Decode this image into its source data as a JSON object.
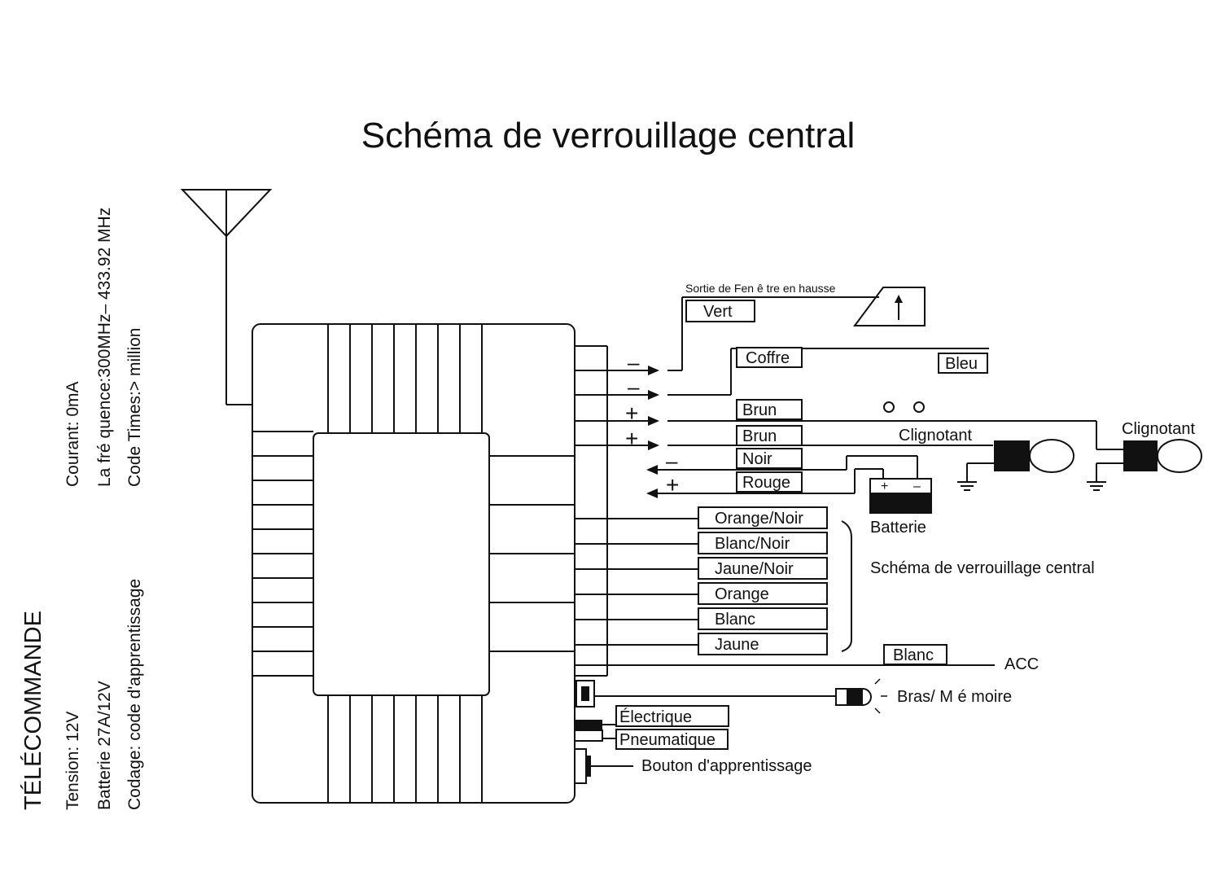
{
  "title": "Schéma de verrouillage central",
  "side_text": {
    "heading": "TÉLÉCOMMANDE",
    "lines_left": [
      "Tension: 12V",
      "Batterie 27A/12V",
      "Codage: code d'apprentissage"
    ],
    "lines_right": [
      "Courant: 0mA",
      "La fré quence:300MHz– 433.92 MHz",
      "Code Times:> million"
    ]
  },
  "outputs": {
    "window_caption": "Sortie de Fen ê tre en hausse",
    "vert": "Vert",
    "coffre": "Coffre",
    "bleu": "Bleu",
    "brun1": "Brun",
    "brun2": "Brun",
    "noir": "Noir",
    "rouge": "Rouge",
    "clignotant1": "Clignotant",
    "clignotant2": "Clignotant",
    "batterie": "Batterie",
    "orange_noir": "Orange/Noir",
    "blanc_noir": "Blanc/Noir",
    "jaune_noir": "Jaune/Noir",
    "orange": "Orange",
    "blanc": "Blanc",
    "jaune": "Jaune",
    "lock_caption": "Schéma de verrouillage central",
    "blanc_acc": "Blanc",
    "acc": "ACC",
    "bras": "Bras/ M é moire",
    "electrique": "Électrique",
    "pneumatique": "Pneumatique",
    "bouton": "Bouton d'apprentissage"
  },
  "signs": {
    "minus": "–",
    "plus": "+"
  }
}
